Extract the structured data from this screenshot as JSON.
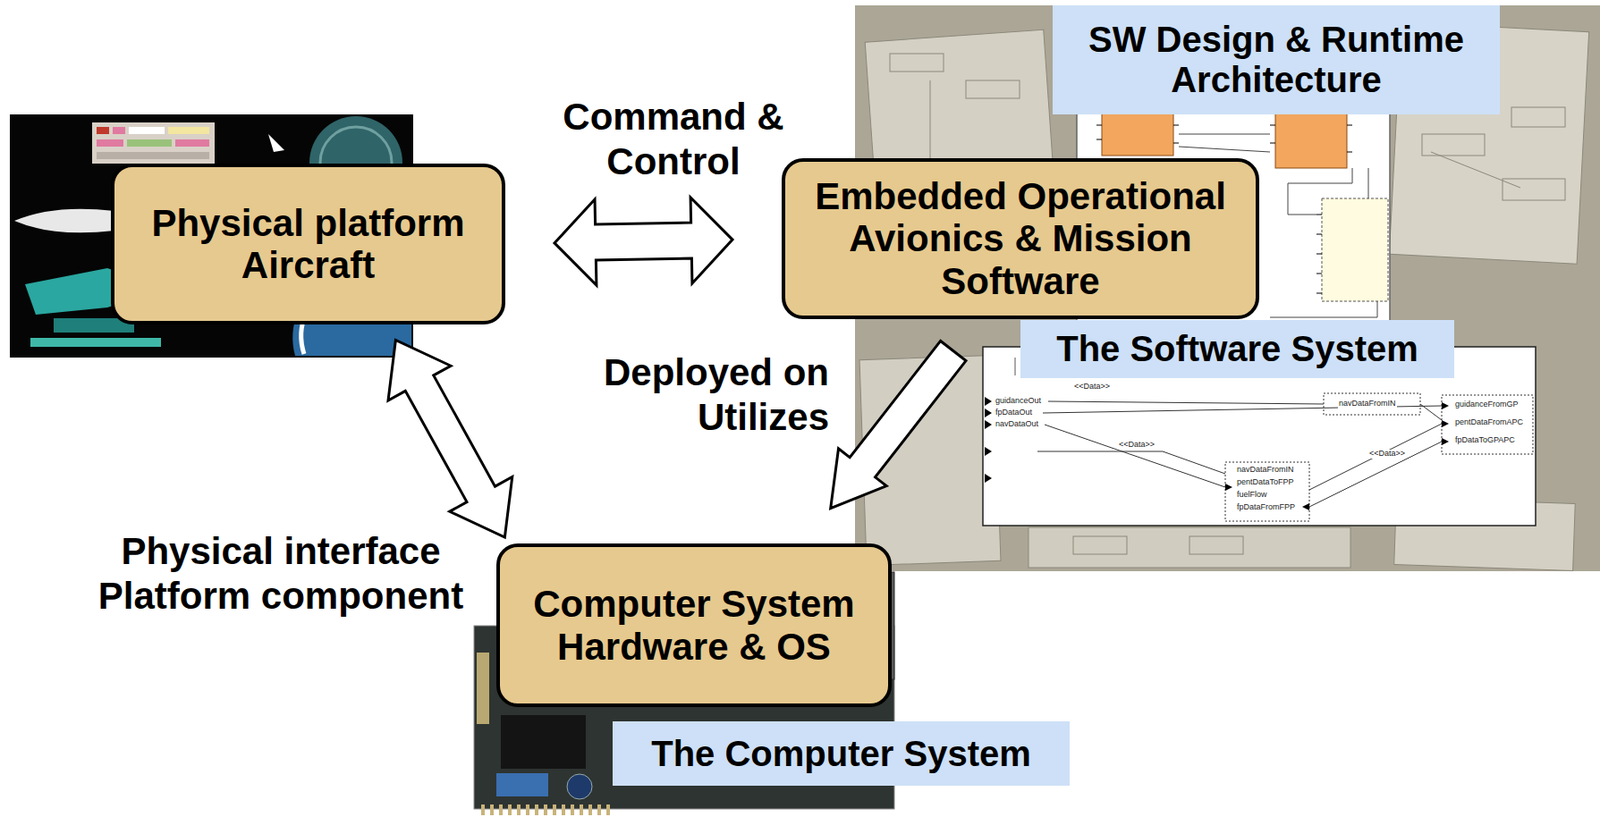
{
  "diagram": {
    "nodes": [
      {
        "text": [
          "SW Design & Runtime Architecture"
        ]
      },
      {
        "text": [
          "Physical platform Aircraft"
        ]
      },
      {
        "text": [
          "Embedded Operational Avionics & Mission Software"
        ]
      },
      {
        "text": [
          "The Software System"
        ]
      },
      {
        "text": [
          "Computer System Hardware & OS"
        ]
      },
      {
        "text": [
          "The Computer System"
        ]
      }
    ],
    "edges": [
      {
        "from": 1,
        "to": 2,
        "arrow": "both",
        "label": "Command & Control"
      },
      {
        "from": 2,
        "to": 4,
        "arrow": "to",
        "label": "Deployed on Utilizes"
      },
      {
        "from": 1,
        "to": 4,
        "arrow": "both",
        "label": "Physical interface Platform component"
      }
    ],
    "labels": [
      "guidanceOut",
      "fpDataOut",
      "navDataOut",
      "navDataFromIN",
      "guidanceFromGP",
      "pentDataFromAPC",
      "fpDataToGPAPC",
      "<<Data>>",
      "<<Data>>",
      "<<Data>>",
      "navDataFromIN",
      "pentDataToFPP",
      "fuelFlow",
      "fpDataFromFPP"
    ]
  }
}
